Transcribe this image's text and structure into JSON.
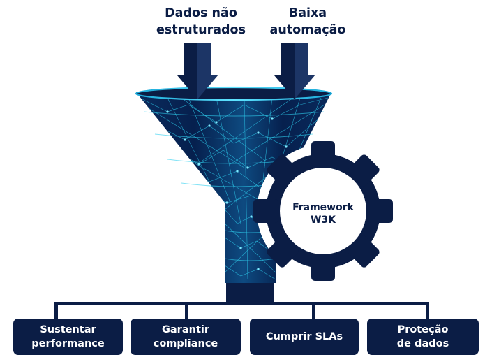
{
  "inputs": [
    {
      "line1": "Dados não",
      "line2": "estruturados"
    },
    {
      "line1": "Baixa",
      "line2": "automação"
    }
  ],
  "gear": {
    "line1": "Framework",
    "line2": "W3K"
  },
  "outputs": [
    {
      "line1": "Sustentar",
      "line2": "performance"
    },
    {
      "line1": "Garantir",
      "line2": "compliance"
    },
    {
      "line1": "Cumprir SLAs",
      "line2": ""
    },
    {
      "line1": "Proteção",
      "line2": "de dados"
    }
  ],
  "colors": {
    "navy": "#0b1d45",
    "funnel_dark": "#05153a",
    "funnel_glow": "#2fd0f0",
    "background": "#ffffff"
  }
}
